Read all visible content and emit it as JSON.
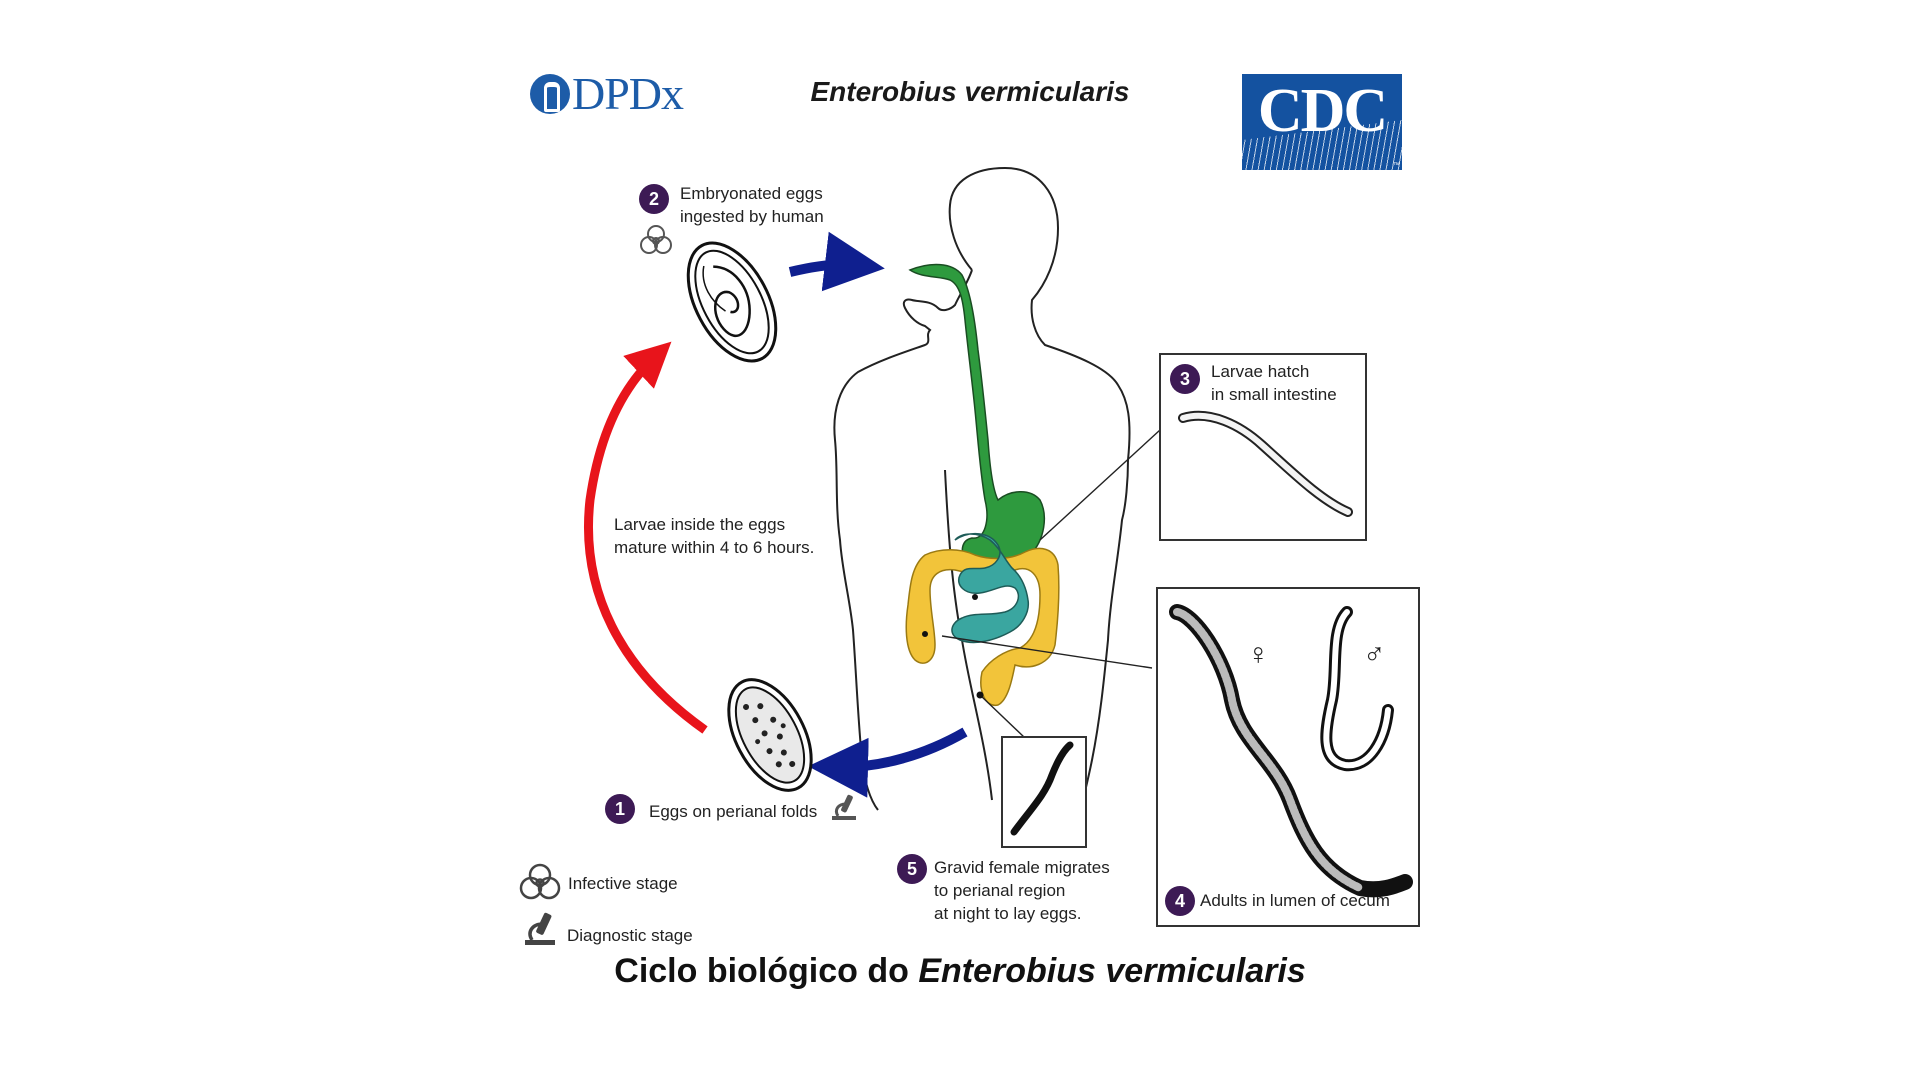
{
  "logos": {
    "dpdx": "DPDx",
    "cdc": "CDC",
    "cdc_tm": "™"
  },
  "title": "Enterobius vermicularis",
  "steps": [
    {
      "number": "2",
      "line1": "Embryonated eggs",
      "line2": "ingested by human"
    },
    {
      "number": "3",
      "line1": "Larvae hatch",
      "line2": "in small intestine"
    },
    {
      "number": "4",
      "line1": "Adults in lumen of cecum"
    },
    {
      "number": "5",
      "line1": "Gravid female migrates",
      "line2": "to perianal region",
      "line3": "at night to lay eggs."
    },
    {
      "number": "1",
      "line1": "Eggs on perianal folds"
    }
  ],
  "maturation_note": {
    "line1": "Larvae inside the eggs",
    "line2": "mature within 4 to 6 hours."
  },
  "sex_symbols": {
    "female": "♀",
    "male": "♂"
  },
  "legend": {
    "infective": "Infective stage",
    "diagnostic": "Diagnostic stage"
  },
  "caption": {
    "prefix": "Ciclo biológico do ",
    "species": "Enterobius vermicularis"
  },
  "colors": {
    "badge": "#3d1a55",
    "esophagus_stomach": "#2e9a3e",
    "small_intestine": "#3aa6a0",
    "large_intestine": "#f2c43a",
    "arrow_blue": "#0f1f8f",
    "arrow_red": "#e8141b",
    "dpdx_blue": "#1d5ca8",
    "cdc_blue": "#1452a0"
  }
}
